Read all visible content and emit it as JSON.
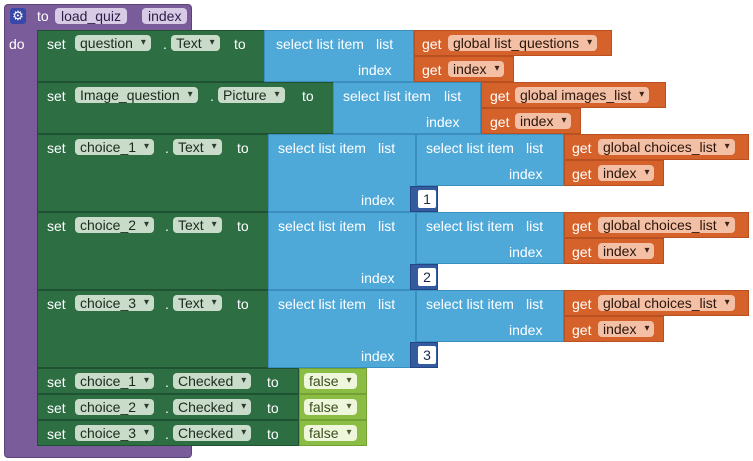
{
  "header": {
    "to_keyword": "to",
    "procedure_name": "load_quiz",
    "param_name": "index",
    "do_keyword": "do"
  },
  "keywords": {
    "set": "set",
    "to": "to",
    "dot": ".",
    "select_list_item": "select list item",
    "list": "list",
    "index": "index",
    "get": "get"
  },
  "statements": [
    {
      "component": "question",
      "property": "Text",
      "list_var": "global list_questions",
      "index_var": "index"
    },
    {
      "component": "Image_question",
      "property": "Picture",
      "list_var": "global images_list",
      "index_var": "index"
    },
    {
      "component": "choice_1",
      "property": "Text",
      "inner_list_var": "global choices_list",
      "inner_index_var": "index",
      "outer_index": "1"
    },
    {
      "component": "choice_2",
      "property": "Text",
      "inner_list_var": "global choices_list",
      "inner_index_var": "index",
      "outer_index": "2"
    },
    {
      "component": "choice_3",
      "property": "Text",
      "inner_list_var": "global choices_list",
      "inner_index_var": "index",
      "outer_index": "3"
    },
    {
      "component": "choice_1",
      "property": "Checked",
      "value": "false"
    },
    {
      "component": "choice_2",
      "property": "Checked",
      "value": "false"
    },
    {
      "component": "choice_3",
      "property": "Checked",
      "value": "false"
    }
  ],
  "colors": {
    "procedure": "#7b5c9b",
    "setter": "#2d6e43",
    "list_block": "#4fa9d8",
    "variable_getter": "#d6622b",
    "logic_false": "#8bbd45",
    "number": "#345aa0"
  },
  "icons": {
    "procedure_gear": "gear-icon",
    "dropdown": "chevron-down-icon"
  }
}
